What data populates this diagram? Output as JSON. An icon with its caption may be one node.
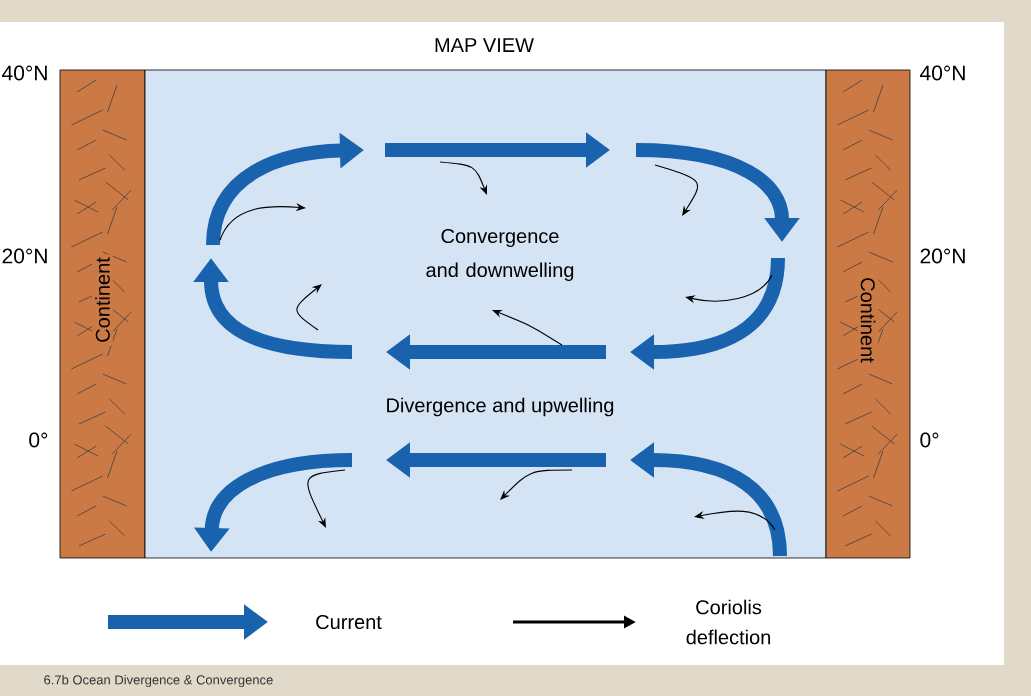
{
  "diagram": {
    "title": "MAP VIEW",
    "caption": "6.7b Ocean Divergence & Convergence",
    "nodes": [
      {
        "text": [
          "Continent"
        ]
      },
      {
        "text": [
          "Convergence and downwelling",
          "Divergence and upwelling"
        ]
      },
      {
        "text": [
          "Continent"
        ]
      }
    ],
    "labels": [
      "40°N",
      "40°N",
      "20°N",
      "20°N",
      "0°",
      "0°"
    ],
    "legend": [
      {
        "text": "Current"
      },
      {
        "text": "Coriolis deflection"
      }
    ]
  }
}
